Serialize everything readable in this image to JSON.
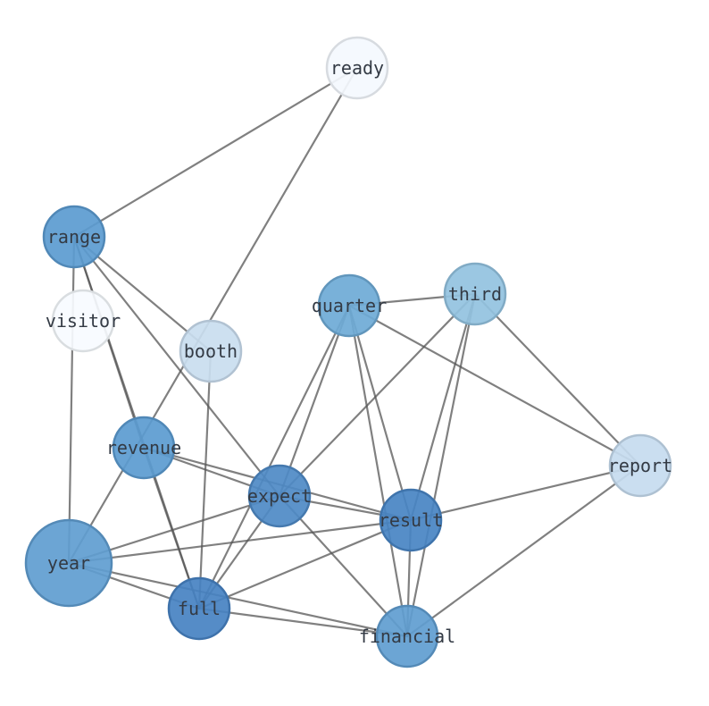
{
  "graph": {
    "nodes": [
      {
        "id": "ready",
        "label": "ready",
        "color": "#f4f9fe"
      },
      {
        "id": "range",
        "label": "range",
        "color": "#5b9bd0"
      },
      {
        "id": "visitor",
        "label": "visitor",
        "color": "#f7fbff"
      },
      {
        "id": "booth",
        "label": "booth",
        "color": "#c9ddef"
      },
      {
        "id": "quarter",
        "label": "quarter",
        "color": "#6eaad6"
      },
      {
        "id": "third",
        "label": "third",
        "color": "#93c2e0"
      },
      {
        "id": "revenue",
        "label": "revenue",
        "color": "#5b9bd0"
      },
      {
        "id": "expect",
        "label": "expect",
        "color": "#4e8ac6"
      },
      {
        "id": "report",
        "label": "report",
        "color": "#c6dbef"
      },
      {
        "id": "result",
        "label": "result",
        "color": "#4884c3"
      },
      {
        "id": "year",
        "label": "year",
        "color": "#5f9dd0"
      },
      {
        "id": "full",
        "label": "full",
        "color": "#4682c2"
      },
      {
        "id": "financial",
        "label": "financial",
        "color": "#5f9dd0"
      }
    ],
    "edges": [
      [
        "ready",
        "range"
      ],
      [
        "ready",
        "year"
      ],
      [
        "range",
        "booth"
      ],
      [
        "range",
        "revenue"
      ],
      [
        "range",
        "full"
      ],
      [
        "range",
        "expect"
      ],
      [
        "range",
        "year"
      ],
      [
        "booth",
        "full"
      ],
      [
        "quarter",
        "third"
      ],
      [
        "quarter",
        "expect"
      ],
      [
        "quarter",
        "result"
      ],
      [
        "quarter",
        "financial"
      ],
      [
        "quarter",
        "report"
      ],
      [
        "quarter",
        "full"
      ],
      [
        "third",
        "expect"
      ],
      [
        "third",
        "result"
      ],
      [
        "third",
        "financial"
      ],
      [
        "third",
        "report"
      ],
      [
        "revenue",
        "expect"
      ],
      [
        "revenue",
        "result"
      ],
      [
        "revenue",
        "full"
      ],
      [
        "expect",
        "result"
      ],
      [
        "expect",
        "year"
      ],
      [
        "expect",
        "full"
      ],
      [
        "expect",
        "financial"
      ],
      [
        "result",
        "year"
      ],
      [
        "result",
        "full"
      ],
      [
        "result",
        "financial"
      ],
      [
        "result",
        "report"
      ],
      [
        "report",
        "financial"
      ],
      [
        "year",
        "full"
      ],
      [
        "year",
        "financial"
      ],
      [
        "full",
        "financial"
      ]
    ]
  }
}
